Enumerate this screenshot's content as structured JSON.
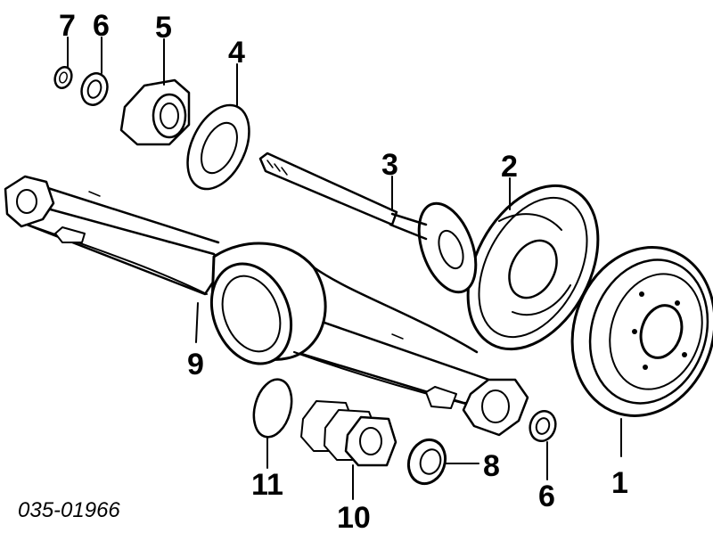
{
  "diagram": {
    "code": "035-01966",
    "parts": [
      {
        "id": "1",
        "label": "1"
      },
      {
        "id": "2",
        "label": "2"
      },
      {
        "id": "3",
        "label": "3"
      },
      {
        "id": "4",
        "label": "4"
      },
      {
        "id": "5",
        "label": "5"
      },
      {
        "id": "6a",
        "label": "6"
      },
      {
        "id": "6b",
        "label": "6"
      },
      {
        "id": "7",
        "label": "7"
      },
      {
        "id": "8",
        "label": "8"
      },
      {
        "id": "9",
        "label": "9"
      },
      {
        "id": "10",
        "label": "10"
      },
      {
        "id": "11",
        "label": "11"
      }
    ]
  }
}
